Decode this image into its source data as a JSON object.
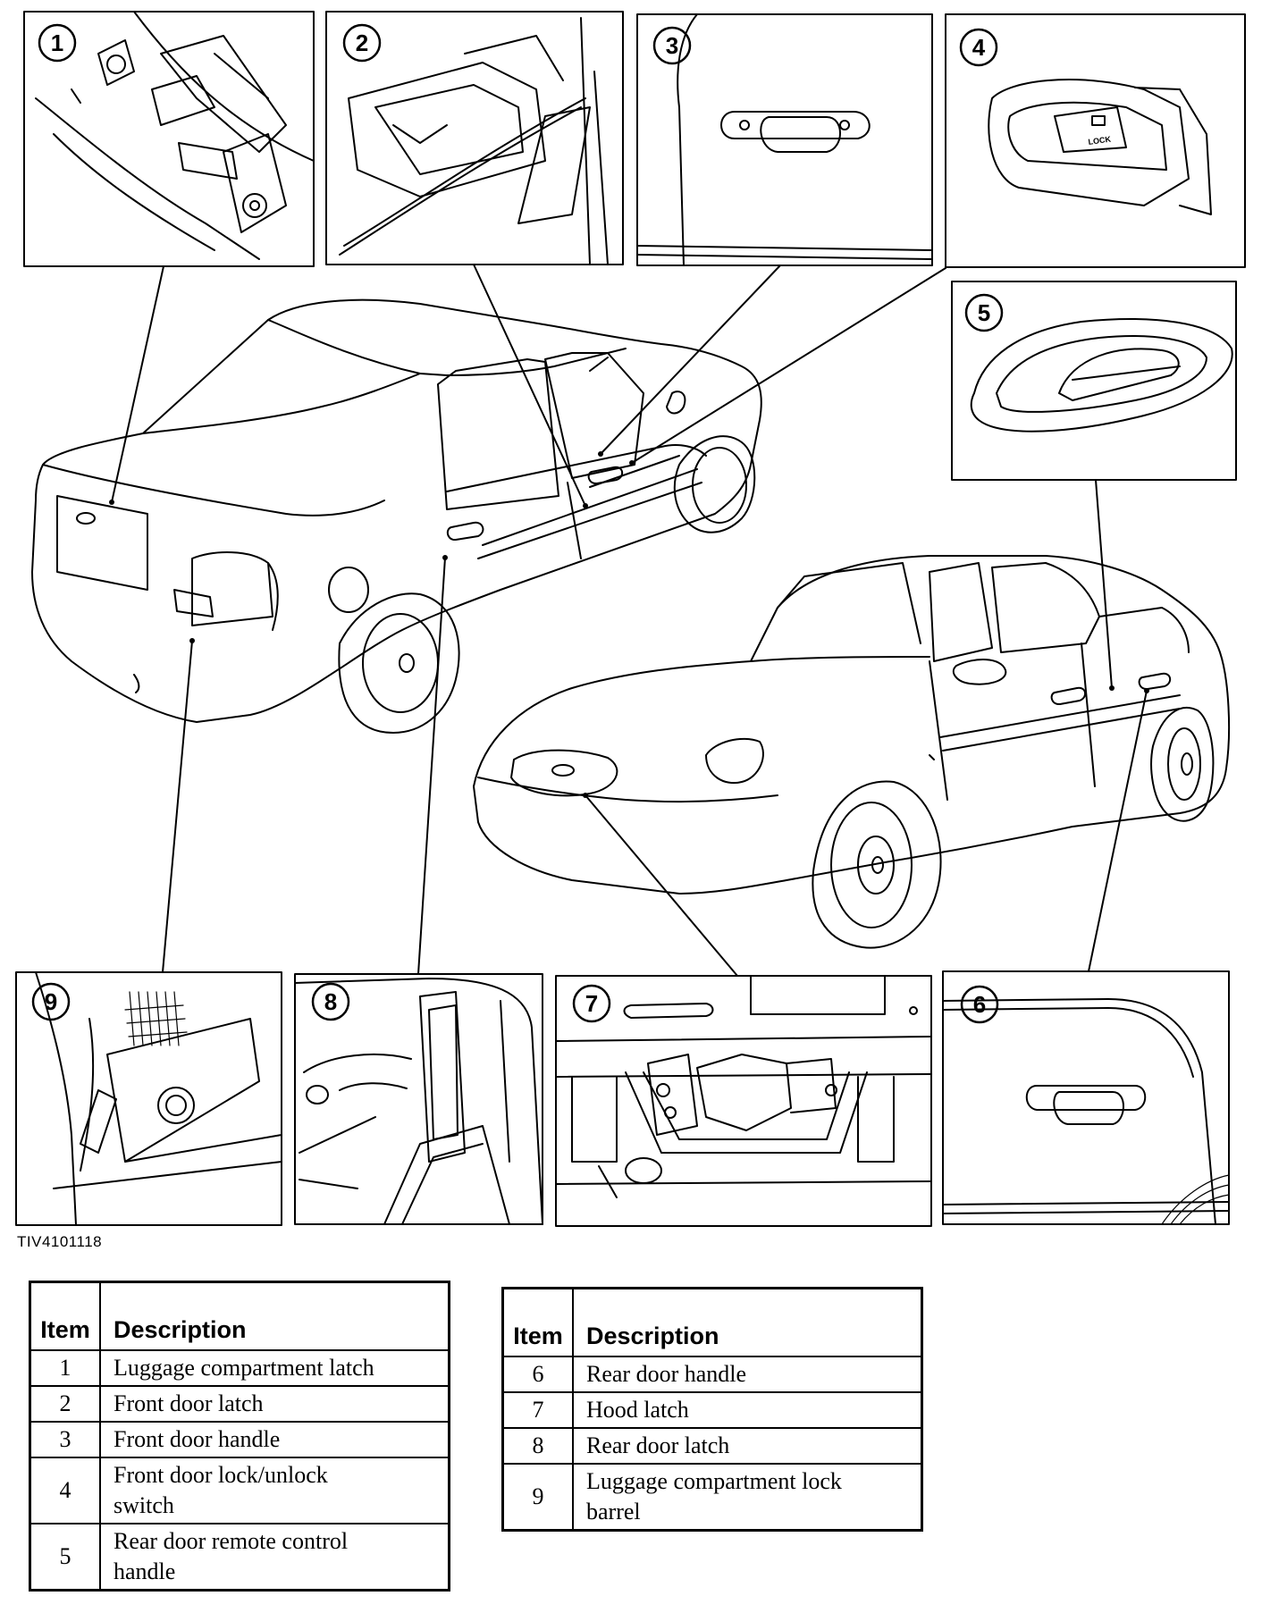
{
  "figure_id": "TIV4101118",
  "callouts": [
    {
      "num": "1",
      "label": "Luggage compartment latch"
    },
    {
      "num": "2",
      "label": "Front door latch"
    },
    {
      "num": "3",
      "label": "Front door handle"
    },
    {
      "num": "4",
      "label": "Front door lock/unlock switch"
    },
    {
      "num": "5",
      "label": "Rear door remote control handle"
    },
    {
      "num": "6",
      "label": "Rear door handle"
    },
    {
      "num": "7",
      "label": "Hood latch"
    },
    {
      "num": "8",
      "label": "Rear door latch"
    },
    {
      "num": "9",
      "label": "Luggage compartment lock barrel"
    }
  ],
  "lock_text": "LOCK",
  "legend": {
    "header_item": "Item",
    "header_description": "Description",
    "rows": [
      {
        "item": "1",
        "desc_lines": [
          "Luggage compartment latch"
        ]
      },
      {
        "item": "2",
        "desc_lines": [
          "Front door latch"
        ]
      },
      {
        "item": "3",
        "desc_lines": [
          "Front door handle"
        ]
      },
      {
        "item": "4",
        "desc_lines": [
          "Front door lock/unlock",
          "switch"
        ]
      },
      {
        "item": "5",
        "desc_lines": [
          "Rear door remote control",
          "handle"
        ]
      },
      {
        "item": "6",
        "desc_lines": [
          "Rear door handle"
        ]
      },
      {
        "item": "7",
        "desc_lines": [
          "Hood latch"
        ]
      },
      {
        "item": "8",
        "desc_lines": [
          "Rear door latch"
        ]
      },
      {
        "item": "9",
        "desc_lines": [
          "Luggage compartment lock",
          "barrel"
        ]
      }
    ]
  }
}
